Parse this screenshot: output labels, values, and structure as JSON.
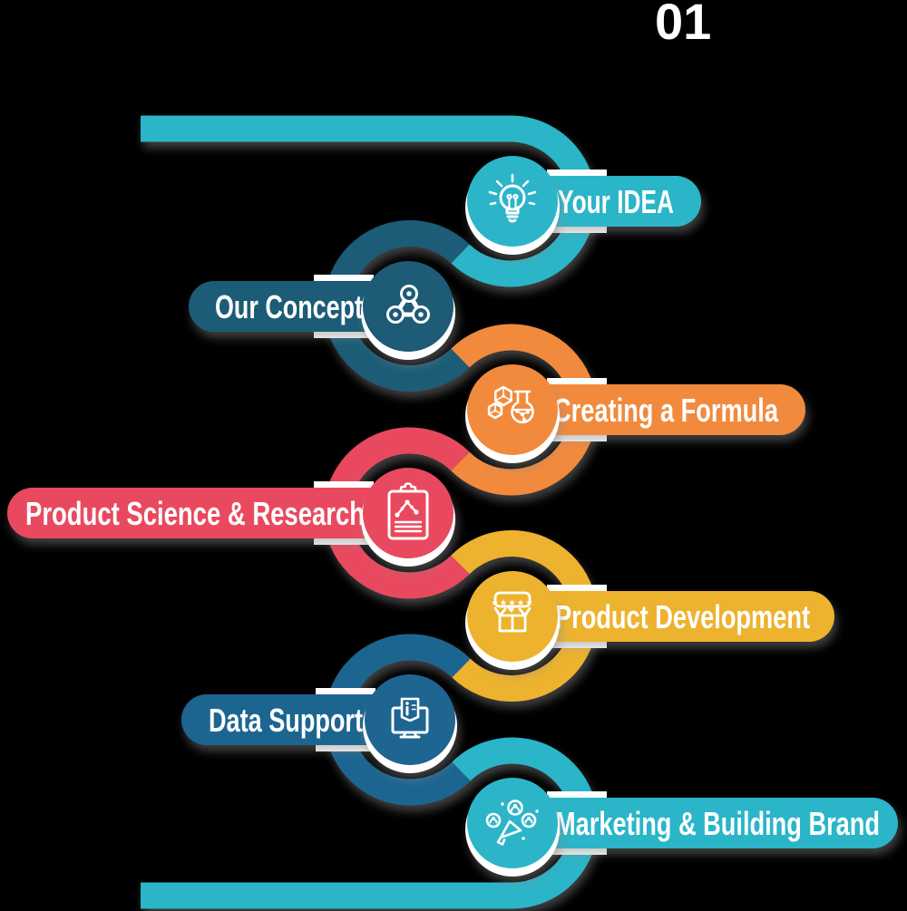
{
  "page": {
    "background": "#000000",
    "step_number": "01",
    "text_color": "#ffffff"
  },
  "steps": [
    {
      "label": "Your IDEA",
      "color": "#2cb5c8",
      "side": "right",
      "icon": "lightbulb-idea"
    },
    {
      "label": "Our Concept",
      "color": "#1d5b76",
      "side": "left",
      "icon": "molecule-concept"
    },
    {
      "label": "Creating a Formula",
      "color": "#f18a3d",
      "side": "right",
      "icon": "flask-chemistry"
    },
    {
      "label": "Product Science & Research",
      "color": "#e9495f",
      "side": "left",
      "icon": "clipboard-molecule"
    },
    {
      "label": "Product Development",
      "color": "#edb32e",
      "side": "right",
      "icon": "open-box-rating",
      "stars": "★★★★★"
    },
    {
      "label": "Data Support",
      "color": "#1e6591",
      "side": "left",
      "icon": "monitor-info-book"
    },
    {
      "label": "Marketing & Building Brand",
      "color": "#2cb5c8",
      "side": "right",
      "icon": "megaphone-people"
    }
  ]
}
